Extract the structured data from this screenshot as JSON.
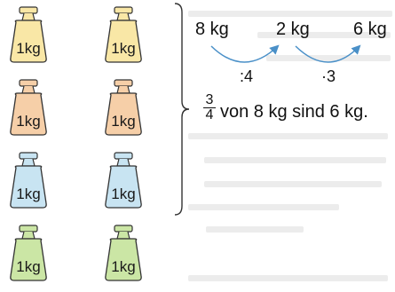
{
  "weights": {
    "label": "1kg",
    "rows": [
      {
        "color": "#f9e7a6"
      },
      {
        "color": "#f6cfa8"
      },
      {
        "color": "#c8e4f2"
      },
      {
        "color": "#cbe6a5"
      }
    ]
  },
  "equation": {
    "start": "8 kg",
    "middle": "2 kg",
    "end": "6 kg",
    "op1": ":4",
    "op2": "·3",
    "arrow_color": "#4a90c8"
  },
  "statement": {
    "numerator": "3",
    "denominator": "4",
    "text": "von 8 kg sind 6 kg."
  }
}
